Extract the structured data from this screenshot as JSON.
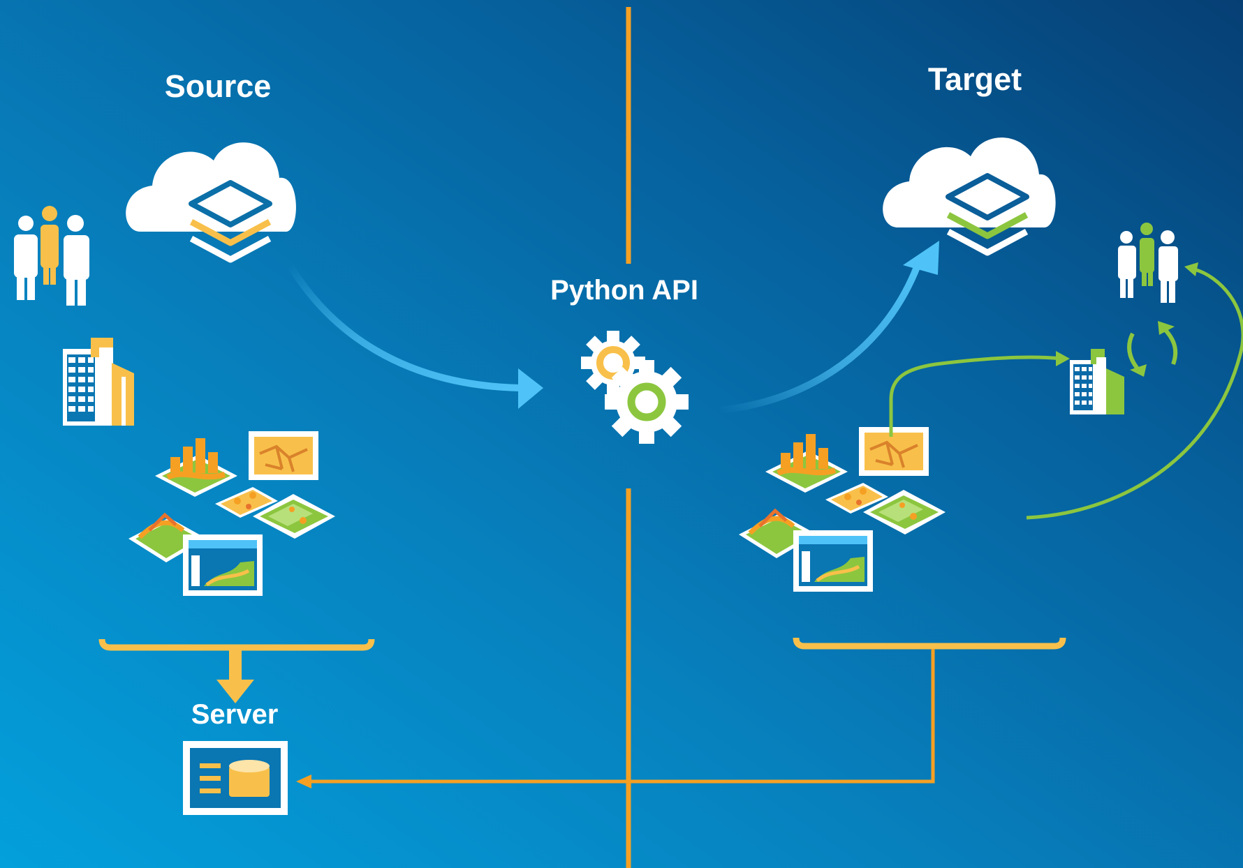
{
  "labels": {
    "source": "Source",
    "target": "Target",
    "api": "Python API",
    "server": "Server"
  },
  "colors": {
    "orange": "#f5a023",
    "gold": "#f8c04a",
    "green": "#8cc63f",
    "arrow_blue": "#4fc3f7",
    "white": "#ffffff"
  },
  "icons": {
    "cloud": "cloud-layers-icon",
    "people": "people-icon",
    "buildings": "buildings-icon",
    "content": "content-items-icon",
    "gears": "gears-icon",
    "server": "server-icon"
  }
}
